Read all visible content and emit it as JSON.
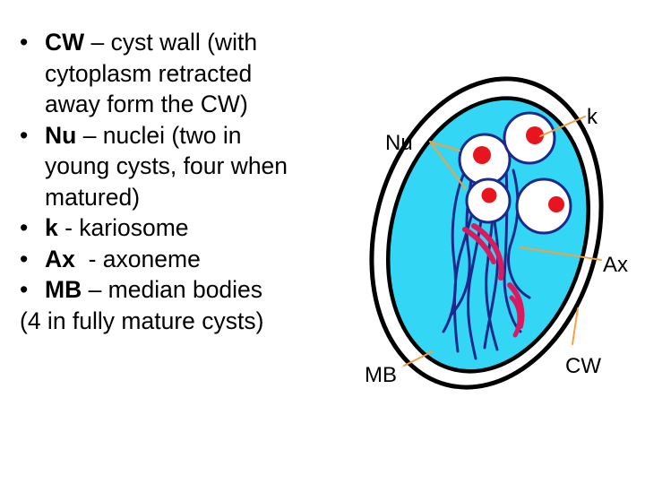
{
  "bullets": [
    {
      "term": "CW",
      "line1": " – cyst wall (with",
      "line2": "cytoplasm retracted",
      "line3": "away form the CW)"
    },
    {
      "term": "Nu",
      "line1": " – nuclei (two in",
      "line2": "young cysts, four when",
      "line3": "matured)"
    },
    {
      "term": "k",
      "line1": " - kariosome"
    },
    {
      "term": "Ax",
      "line1": "  - axoneme"
    },
    {
      "term": "MB",
      "line1": " – median bodies"
    }
  ],
  "footnote": "(4 in fully mature cysts)",
  "diagram": {
    "labels": {
      "nu": "Nu",
      "k": "k",
      "ax": "Ax",
      "mb": "MB",
      "cw": "CW"
    },
    "colors": {
      "cytoplasm": "#33d6f5",
      "nucleus": "#1b2a8a",
      "nucleus_fill": "#ffffff",
      "karyosome": "#e8141e",
      "axoneme": "#1b2a8a",
      "median_body": "#d81b60",
      "pointer": "#f5a040"
    }
  }
}
